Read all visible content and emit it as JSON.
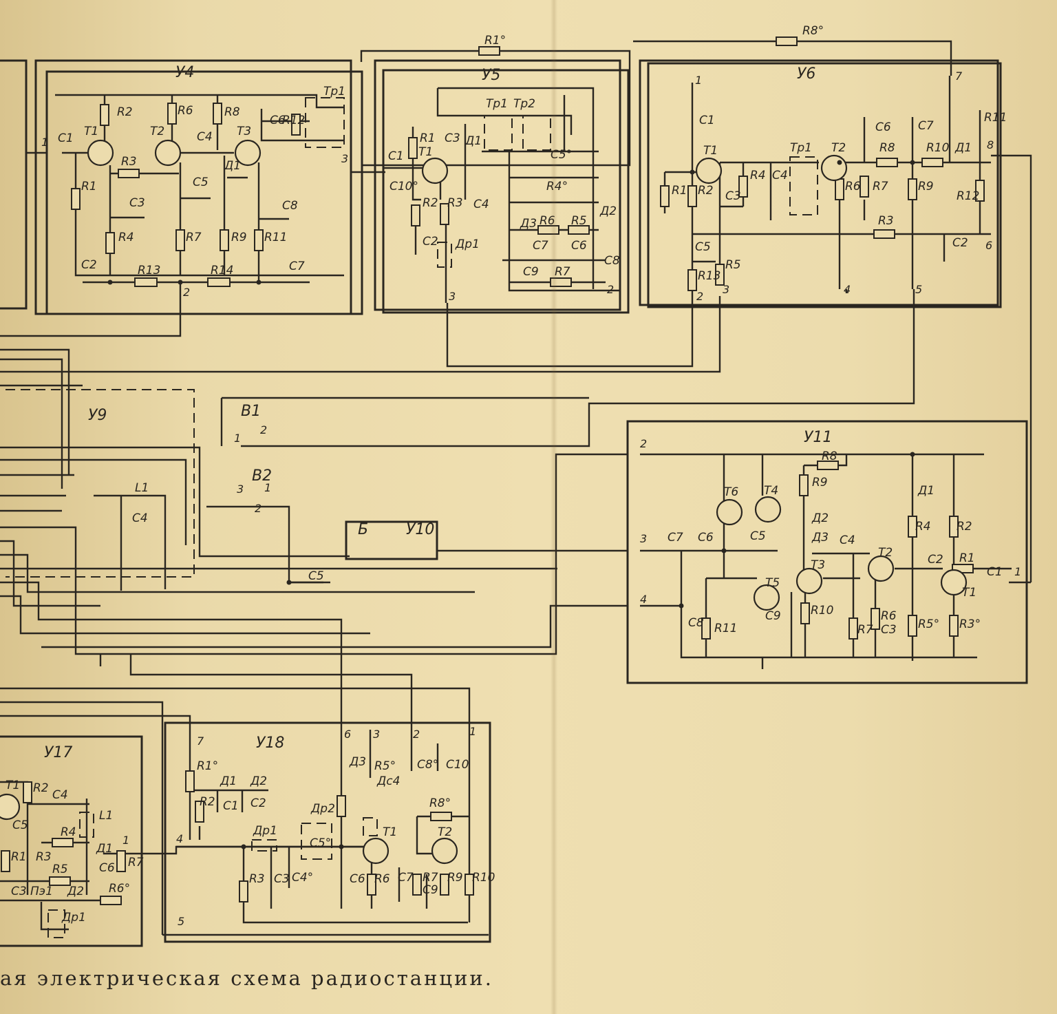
{
  "caption": "ая электрическая схема радиостанции.",
  "blocks": [
    {
      "id": "y4",
      "label": "У4"
    },
    {
      "id": "y5",
      "label": "У5"
    },
    {
      "id": "y6",
      "label": "У6"
    },
    {
      "id": "y9",
      "label": "У9"
    },
    {
      "id": "y10",
      "label": "У10"
    },
    {
      "id": "y11",
      "label": "У11"
    },
    {
      "id": "y17",
      "label": "У17"
    },
    {
      "id": "y18",
      "label": "У18"
    }
  ],
  "switches": {
    "b1": "В1",
    "b2": "В2",
    "battery": "Б"
  },
  "labels": {
    "y4": [
      "R2",
      "R6",
      "R8",
      "T1",
      "T2",
      "T3",
      "C1",
      "C4",
      "C6",
      "R12",
      "Тр1",
      "R3",
      "R1",
      "C5",
      "Д1",
      "C3",
      "C8",
      "R4",
      "R7",
      "R9",
      "R11",
      "C2",
      "R13",
      "R14",
      "C7"
    ],
    "y5": [
      "Тр1",
      "Тр2",
      "R1",
      "C3",
      "Д1",
      "T1",
      "C1",
      "C10°",
      "C5°",
      "R4°",
      "R2",
      "R3",
      "C4",
      "Д2",
      "Д3",
      "R6",
      "R5",
      "C2",
      "Др1",
      "C7",
      "C6",
      "C8",
      "C9",
      "R7"
    ],
    "y6": [
      "C1",
      "C6",
      "C7",
      "R11",
      "T1",
      "Тр1",
      "T2",
      "R8",
      "R10",
      "Д1",
      "R1",
      "R2",
      "R4",
      "C4",
      "R6",
      "R7",
      "R9",
      "R12",
      "C3",
      "R3",
      "C2",
      "C5",
      "R5",
      "R13"
    ],
    "y11": [
      "R8",
      "R9",
      "T6",
      "T4",
      "Д1",
      "Д2",
      "Д3",
      "R4",
      "R2",
      "C7",
      "C6",
      "C5",
      "C4",
      "T3",
      "T2",
      "C2",
      "R1",
      "C1",
      "T5",
      "T1",
      "C8",
      "R11",
      "C9",
      "R10",
      "R7",
      "R6",
      "C3",
      "R5°",
      "R3°"
    ],
    "y17": [
      "T1",
      "R2",
      "C4",
      "L1",
      "C5",
      "R4",
      "Д1",
      "R1",
      "R3",
      "C6",
      "R5",
      "R7",
      "C3",
      "Пэ1",
      "Д2",
      "R6°",
      "Др1"
    ],
    "y18": [
      "R1°",
      "Д1",
      "Д2",
      "Д3",
      "R5°",
      "C8°",
      "C10",
      "R2",
      "C1",
      "C2",
      "Дс4",
      "R8°",
      "Др1",
      "Др2",
      "C5°",
      "T1",
      "T2",
      "R3",
      "C3",
      "C4°",
      "C6",
      "R6",
      "C7",
      "R7",
      "C9",
      "R9",
      "R10"
    ],
    "y9": [
      "L1",
      "C4",
      "C5"
    ]
  },
  "pins": {
    "y4": [
      "1",
      "2",
      "3"
    ],
    "y5": [
      "2",
      "3"
    ],
    "y6": [
      "1",
      "2",
      "3",
      "4",
      "5",
      "6",
      "7",
      "8"
    ],
    "y11": [
      "1",
      "2",
      "3",
      "4"
    ],
    "y18": [
      "1",
      "2",
      "3",
      "4",
      "5",
      "6",
      "7"
    ],
    "y17": [
      "1"
    ],
    "b1": [
      "1",
      "2"
    ],
    "b2": [
      "1",
      "2",
      "3"
    ]
  },
  "extra_parts": [
    "R1°",
    "R8°"
  ]
}
